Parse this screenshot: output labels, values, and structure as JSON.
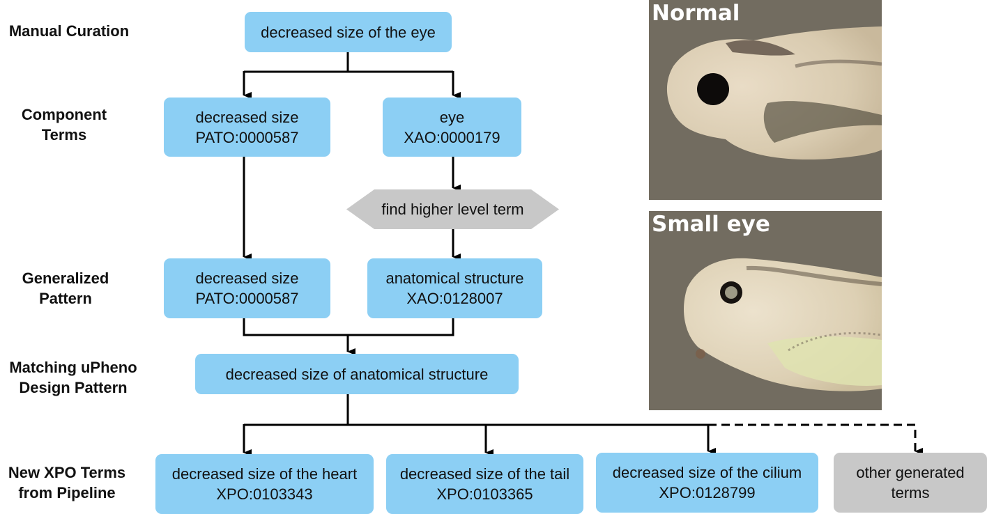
{
  "row_labels": {
    "manual_curation": [
      "Manual Curation"
    ],
    "component_terms": [
      "Component",
      "Terms"
    ],
    "generalized_pattern": [
      "Generalized",
      "Pattern"
    ],
    "matching_design_pattern": [
      "Matching uPheno",
      "Design Pattern"
    ],
    "new_terms": [
      "New XPO Terms",
      "from Pipeline"
    ]
  },
  "nodes": {
    "curated_term": {
      "label": "decreased size of the eye"
    },
    "component_quality": {
      "label": "decreased size",
      "id": "PATO:0000587"
    },
    "component_entity": {
      "label": "eye",
      "id": "XAO:0000179"
    },
    "step": {
      "label": "find higher level term"
    },
    "general_quality": {
      "label": "decreased size",
      "id": "PATO:0000587"
    },
    "general_entity": {
      "label": "anatomical structure",
      "id": "XAO:0128007"
    },
    "design_pattern": {
      "label": "decreased size of anatomical structure"
    },
    "output_heart": {
      "label": "decreased size of the heart",
      "id": "XPO:0103343"
    },
    "output_tail": {
      "label": "decreased size of the tail",
      "id": "XPO:0103365"
    },
    "output_cilium": {
      "label": "decreased size of the cilium",
      "id": "XPO:0128799"
    },
    "output_other": {
      "label": [
        "other generated",
        "terms"
      ]
    }
  },
  "photos": {
    "normal": {
      "label": "Normal"
    },
    "small_eye": {
      "label": "Small eye"
    }
  },
  "colors": {
    "term_box": "#8ccff4",
    "other_box": "#c8c8c8",
    "connector": "#000000",
    "photo_bg": "#726c60"
  }
}
